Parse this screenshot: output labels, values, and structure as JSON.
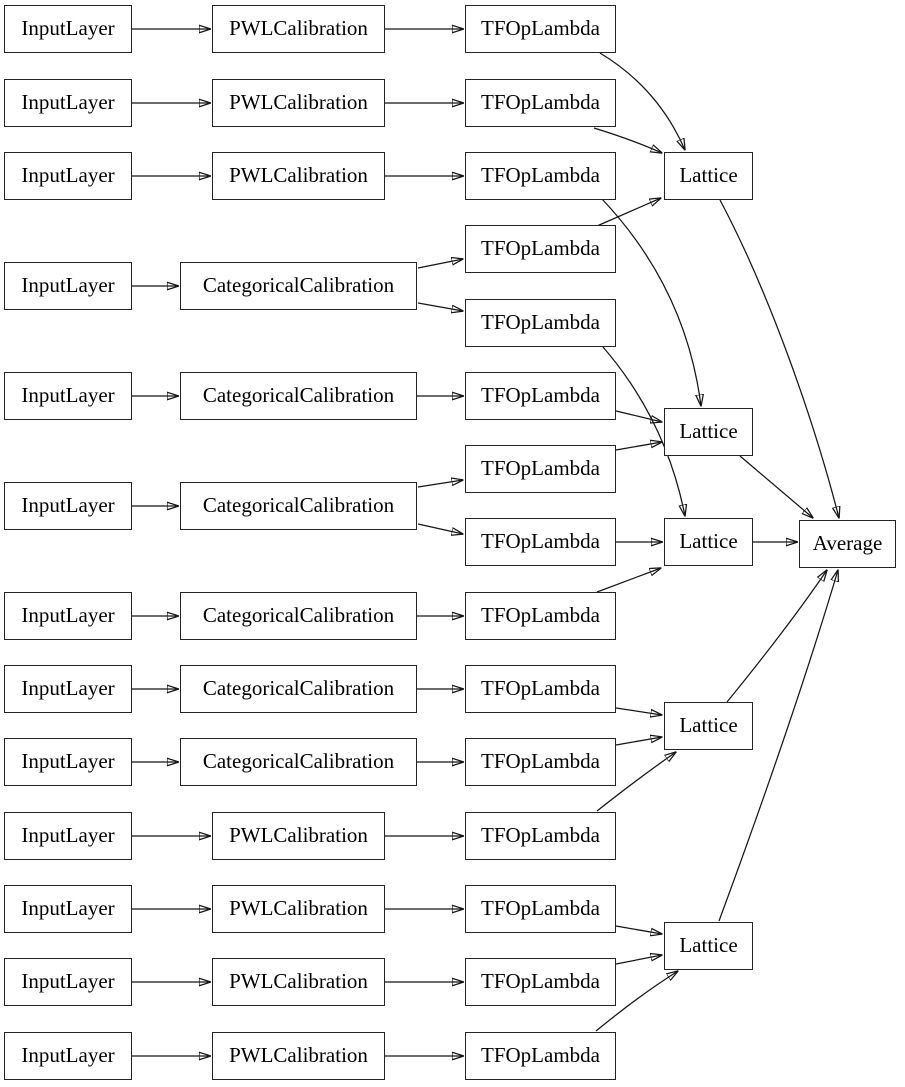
{
  "diagram": {
    "kind": "model-architecture-graph",
    "colors": {
      "background": "#ffffff",
      "node_fill": "#ffffff",
      "node_border": "#242424",
      "edge_line": "#151515",
      "text": "#000000"
    },
    "nodes": [
      {
        "id": "input-1",
        "label": "InputLayer"
      },
      {
        "id": "input-2",
        "label": "InputLayer"
      },
      {
        "id": "input-3",
        "label": "InputLayer"
      },
      {
        "id": "input-4",
        "label": "InputLayer"
      },
      {
        "id": "input-5",
        "label": "InputLayer"
      },
      {
        "id": "input-6",
        "label": "InputLayer"
      },
      {
        "id": "input-7",
        "label": "InputLayer"
      },
      {
        "id": "input-8",
        "label": "InputLayer"
      },
      {
        "id": "input-9",
        "label": "InputLayer"
      },
      {
        "id": "input-10",
        "label": "InputLayer"
      },
      {
        "id": "input-11",
        "label": "InputLayer"
      },
      {
        "id": "input-12",
        "label": "InputLayer"
      },
      {
        "id": "input-13",
        "label": "InputLayer"
      },
      {
        "id": "calib-1",
        "label": "PWLCalibration"
      },
      {
        "id": "calib-2",
        "label": "PWLCalibration"
      },
      {
        "id": "calib-3",
        "label": "PWLCalibration"
      },
      {
        "id": "calib-4",
        "label": "CategoricalCalibration"
      },
      {
        "id": "calib-5",
        "label": "CategoricalCalibration"
      },
      {
        "id": "calib-6",
        "label": "CategoricalCalibration"
      },
      {
        "id": "calib-7",
        "label": "CategoricalCalibration"
      },
      {
        "id": "calib-8",
        "label": "CategoricalCalibration"
      },
      {
        "id": "calib-9",
        "label": "CategoricalCalibration"
      },
      {
        "id": "calib-10",
        "label": "PWLCalibration"
      },
      {
        "id": "calib-11",
        "label": "PWLCalibration"
      },
      {
        "id": "calib-12",
        "label": "PWLCalibration"
      },
      {
        "id": "calib-13",
        "label": "PWLCalibration"
      },
      {
        "id": "tfop-1",
        "label": "TFOpLambda"
      },
      {
        "id": "tfop-2",
        "label": "TFOpLambda"
      },
      {
        "id": "tfop-3",
        "label": "TFOpLambda"
      },
      {
        "id": "tfop-4",
        "label": "TFOpLambda"
      },
      {
        "id": "tfop-5",
        "label": "TFOpLambda"
      },
      {
        "id": "tfop-6",
        "label": "TFOpLambda"
      },
      {
        "id": "tfop-7",
        "label": "TFOpLambda"
      },
      {
        "id": "tfop-8",
        "label": "TFOpLambda"
      },
      {
        "id": "tfop-9",
        "label": "TFOpLambda"
      },
      {
        "id": "tfop-10",
        "label": "TFOpLambda"
      },
      {
        "id": "tfop-11",
        "label": "TFOpLambda"
      },
      {
        "id": "tfop-12",
        "label": "TFOpLambda"
      },
      {
        "id": "tfop-13",
        "label": "TFOpLambda"
      },
      {
        "id": "tfop-14",
        "label": "TFOpLambda"
      },
      {
        "id": "tfop-15",
        "label": "TFOpLambda"
      },
      {
        "id": "lattice-1",
        "label": "Lattice"
      },
      {
        "id": "lattice-2",
        "label": "Lattice"
      },
      {
        "id": "lattice-3",
        "label": "Lattice"
      },
      {
        "id": "lattice-4",
        "label": "Lattice"
      },
      {
        "id": "lattice-5",
        "label": "Lattice"
      },
      {
        "id": "average",
        "label": "Average"
      }
    ],
    "edges": [
      {
        "from": "input-1",
        "to": "calib-1"
      },
      {
        "from": "input-2",
        "to": "calib-2"
      },
      {
        "from": "input-3",
        "to": "calib-3"
      },
      {
        "from": "input-4",
        "to": "calib-4"
      },
      {
        "from": "input-5",
        "to": "calib-5"
      },
      {
        "from": "input-6",
        "to": "calib-6"
      },
      {
        "from": "input-7",
        "to": "calib-7"
      },
      {
        "from": "input-8",
        "to": "calib-8"
      },
      {
        "from": "input-9",
        "to": "calib-9"
      },
      {
        "from": "input-10",
        "to": "calib-10"
      },
      {
        "from": "input-11",
        "to": "calib-11"
      },
      {
        "from": "input-12",
        "to": "calib-12"
      },
      {
        "from": "input-13",
        "to": "calib-13"
      },
      {
        "from": "calib-1",
        "to": "tfop-1"
      },
      {
        "from": "calib-2",
        "to": "tfop-2"
      },
      {
        "from": "calib-3",
        "to": "tfop-3"
      },
      {
        "from": "calib-4",
        "to": "tfop-4"
      },
      {
        "from": "calib-4",
        "to": "tfop-5"
      },
      {
        "from": "calib-5",
        "to": "tfop-6"
      },
      {
        "from": "calib-6",
        "to": "tfop-7"
      },
      {
        "from": "calib-6",
        "to": "tfop-8"
      },
      {
        "from": "calib-7",
        "to": "tfop-9"
      },
      {
        "from": "calib-8",
        "to": "tfop-10"
      },
      {
        "from": "calib-9",
        "to": "tfop-11"
      },
      {
        "from": "calib-10",
        "to": "tfop-12"
      },
      {
        "from": "calib-11",
        "to": "tfop-13"
      },
      {
        "from": "calib-12",
        "to": "tfop-14"
      },
      {
        "from": "calib-13",
        "to": "tfop-15"
      },
      {
        "from": "tfop-1",
        "to": "lattice-1"
      },
      {
        "from": "tfop-2",
        "to": "lattice-1"
      },
      {
        "from": "tfop-4",
        "to": "lattice-1"
      },
      {
        "from": "tfop-3",
        "to": "lattice-2"
      },
      {
        "from": "tfop-6",
        "to": "lattice-2"
      },
      {
        "from": "tfop-7",
        "to": "lattice-2"
      },
      {
        "from": "tfop-5",
        "to": "lattice-3"
      },
      {
        "from": "tfop-8",
        "to": "lattice-3"
      },
      {
        "from": "tfop-9",
        "to": "lattice-3"
      },
      {
        "from": "tfop-10",
        "to": "lattice-4"
      },
      {
        "from": "tfop-11",
        "to": "lattice-4"
      },
      {
        "from": "tfop-12",
        "to": "lattice-4"
      },
      {
        "from": "tfop-13",
        "to": "lattice-5"
      },
      {
        "from": "tfop-14",
        "to": "lattice-5"
      },
      {
        "from": "tfop-15",
        "to": "lattice-5"
      },
      {
        "from": "lattice-1",
        "to": "average"
      },
      {
        "from": "lattice-2",
        "to": "average"
      },
      {
        "from": "lattice-3",
        "to": "average"
      },
      {
        "from": "lattice-4",
        "to": "average"
      },
      {
        "from": "lattice-5",
        "to": "average"
      }
    ]
  }
}
